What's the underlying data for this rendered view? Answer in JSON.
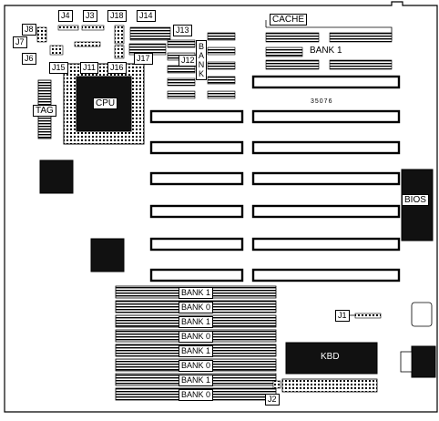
{
  "diagram": {
    "jumpers": {
      "j1": "J1",
      "j2": "J2",
      "j3": "J3",
      "j4": "J4",
      "j6": "J6",
      "j7": "J7",
      "j8": "J8",
      "j11": "J11",
      "j12": "J12",
      "j13": "J13",
      "j14": "J14",
      "j15": "J15",
      "j16": "J16",
      "j17": "J17",
      "j18": "J18"
    },
    "components": {
      "cpu": "CPU",
      "tag": "TAG",
      "cache": "CACHE",
      "cache_bank": "BANK 1",
      "vertical_bank": "BANK",
      "bios": "BIOS",
      "kbd": "KBD",
      "chip_code": "35076"
    },
    "simm_banks": [
      "BANK 1",
      "BANK 0",
      "BANK 1",
      "BANK 0",
      "BANK 1",
      "BANK 0",
      "BANK 1",
      "BANK 0"
    ],
    "colors": {
      "ink": "#000000",
      "paper": "#ffffff",
      "chip": "#111111"
    }
  }
}
